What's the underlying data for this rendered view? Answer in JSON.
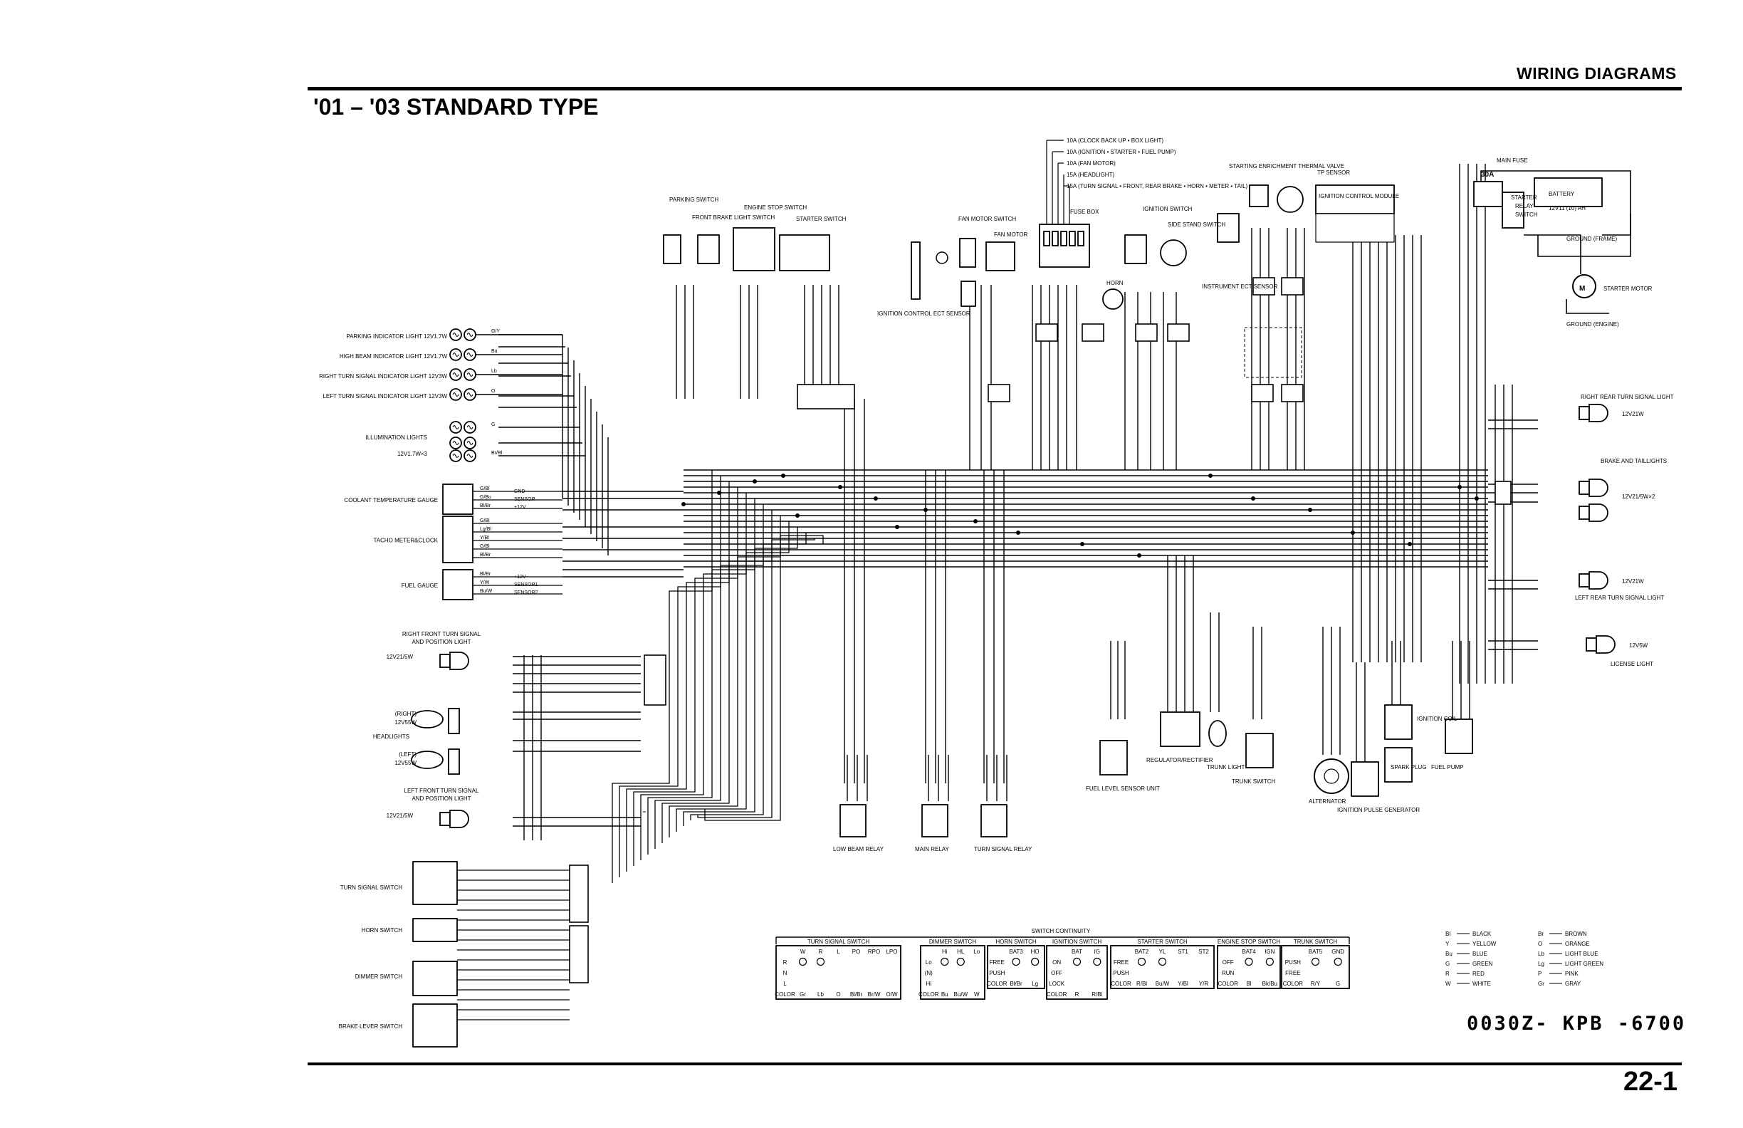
{
  "header": {
    "section": "WIRING DIAGRAMS",
    "title": "'01 – '03 STANDARD TYPE",
    "page_number": "22-1",
    "part_number": "0030Z- KPB -6700"
  },
  "fuses": {
    "items": [
      "10A (CLOCK BACK UP • BOX LIGHT)",
      "10A (IGNITION • STARTER • FUEL PUMP)",
      "10A (FAN MOTOR)",
      "15A (HEADLIGHT)",
      "15A (TURN SIGNAL • FRONT, REAR BRAKE • HORN • METER • TAIL)"
    ],
    "fuse_box": "FUSE BOX",
    "main_fuse": "MAIN FUSE",
    "main_fuse_rating": "30A"
  },
  "left_components": [
    {
      "name": "PARKING INDICATOR LIGHT 12V1.7W",
      "color": "G/Y"
    },
    {
      "name": "HIGH BEAM INDICATOR LIGHT 12V1.7W",
      "color": "Bu"
    },
    {
      "name": "RIGHT TURN SIGNAL INDICATOR LIGHT 12V3W",
      "color": "Lb"
    },
    {
      "name": "LEFT TURN SIGNAL INDICATOR LIGHT 12V3W",
      "color": "O"
    },
    {
      "name": "ILLUMINATION LIGHTS",
      "color": "G"
    },
    {
      "name": "12V1.7W×3",
      "color": "Br/Bl"
    }
  ],
  "gauges": [
    {
      "name": "COOLANT TEMPERATURE GAUGE",
      "pins": [
        "GND",
        "SENSOR",
        "+12V"
      ],
      "wires": [
        "G/Bl",
        "G/Bu",
        "Bl/Br"
      ]
    },
    {
      "name": "TACHO METER&CLOCK",
      "wires": [
        "G/Bl",
        "Lg/Bl",
        "Y/Bl",
        "G/Bl",
        "Bl/Br"
      ]
    },
    {
      "name": "FUEL GAUGE",
      "pins": [
        "+12V",
        "SENSOR1",
        "SENSOR2"
      ],
      "wires": [
        "Bl/Br",
        "Y/W",
        "Bu/W"
      ]
    }
  ],
  "front_lights": [
    {
      "name": "RIGHT FRONT TURN SIGNAL AND POSITION LIGHT",
      "spec": "12V21/5W"
    },
    {
      "name": "(RIGHT) 12V55W",
      "spec": "HEADLIGHTS"
    },
    {
      "name": "(LEFT) 12V55W",
      "spec": ""
    },
    {
      "name": "LEFT FRONT TURN SIGNAL AND POSITION LIGHT",
      "spec": "12V21/5W"
    }
  ],
  "handlebar_switches": [
    "TURN SIGNAL SWITCH",
    "HORN SWITCH",
    "DIMMER SWITCH",
    "BRAKE LEVER SWITCH"
  ],
  "top_switches": [
    "PARKING SWITCH",
    "FRONT BRAKE LIGHT SWITCH",
    "ENGINE STOP SWITCH",
    "STARTER SWITCH",
    "FAN MOTOR SWITCH",
    "FAN MOTOR",
    "IGNITION SWITCH",
    "SIDE STAND SWITCH",
    "HORN",
    "INSTRUMENT ECT SENSOR",
    "STARTING ENRICHMENT THERMAL VALVE",
    "TP SENSOR",
    "IGNITION CONTROL MODULE",
    "IGNITION CONTROL ECT SENSOR"
  ],
  "right_components": [
    {
      "name": "BATTERY",
      "spec": "12V11 (10) AH"
    },
    {
      "name": "STARTER RELAY SWITCH",
      "spec": ""
    },
    {
      "name": "GROUND (FRAME)",
      "spec": ""
    },
    {
      "name": "STARTER MOTOR",
      "spec": ""
    },
    {
      "name": "GROUND (ENGINE)",
      "spec": ""
    },
    {
      "name": "RIGHT REAR TURN SIGNAL LIGHT",
      "spec": "12V21W"
    },
    {
      "name": "BRAKE AND TAILLIGHTS",
      "spec": "12V21/5W×2"
    },
    {
      "name": "LEFT REAR TURN SIGNAL LIGHT",
      "spec": "12V21W"
    },
    {
      "name": "LICENSE LIGHT",
      "spec": "12V5W"
    }
  ],
  "bottom_components": [
    "LOW BEAM RELAY",
    "MAIN RELAY",
    "TURN SIGNAL RELAY",
    "FUEL LEVEL SENSOR UNIT",
    "REGULATOR/RECTIFIER",
    "TRUNK LIGHT",
    "TRUNK SWITCH",
    "ALTERNATOR",
    "IGNITION PULSE GENERATOR",
    "IGNITION COIL",
    "SPARK PLUG",
    "FUEL PUMP"
  ],
  "switch_continuity": {
    "title": "SWITCH CONTINUITY",
    "tables": [
      {
        "title": "TURN SIGNAL SWITCH",
        "headers": [
          "",
          "W",
          "R",
          "L",
          "PO",
          "RPO",
          "LPO"
        ],
        "rows": [
          "R",
          "N",
          "L",
          "COLOR"
        ],
        "colors": [
          "Gr",
          "Lb",
          "O",
          "Bl/Br",
          "Br/W",
          "O/W"
        ]
      },
      {
        "title": "DIMMER SWITCH",
        "headers": [
          "",
          "Hi",
          "HL",
          "Lo"
        ],
        "rows": [
          "Lo",
          "(N)",
          "Hi",
          "COLOR"
        ],
        "colors": [
          "Bu",
          "Bu/W",
          "W"
        ]
      },
      {
        "title": "HORN SWITCH",
        "headers": [
          "",
          "BAT3",
          "HO"
        ],
        "rows": [
          "FREE",
          "PUSH",
          "COLOR"
        ],
        "colors": [
          "Bl/Br",
          "Lg"
        ]
      },
      {
        "title": "IGNITION SWITCH",
        "headers": [
          "",
          "BAT",
          "IG"
        ],
        "rows": [
          "ON",
          "OFF",
          "LOCK",
          "COLOR"
        ],
        "colors": [
          "R",
          "R/Bl"
        ]
      },
      {
        "title": "STARTER SWITCH",
        "headers": [
          "",
          "BAT2",
          "YL",
          "ST1",
          "ST2"
        ],
        "rows": [
          "FREE",
          "PUSH",
          "COLOR"
        ],
        "colors": [
          "R/Bl",
          "Bu/W",
          "Y/Bl",
          "Y/R"
        ]
      },
      {
        "title": "ENGINE STOP SWITCH",
        "headers": [
          "",
          "BAT4",
          "IGN"
        ],
        "rows": [
          "OFF",
          "RUN",
          "COLOR"
        ],
        "colors": [
          "Bl",
          "Bk/Bu"
        ]
      },
      {
        "title": "TRUNK SWITCH",
        "headers": [
          "",
          "BAT5",
          "GND"
        ],
        "rows": [
          "PUSH",
          "FREE",
          "COLOR"
        ],
        "colors": [
          "R/Y",
          "G"
        ]
      }
    ]
  },
  "color_legend": [
    {
      "code": "Bl",
      "name": "BLACK"
    },
    {
      "code": "Y",
      "name": "YELLOW"
    },
    {
      "code": "Bu",
      "name": "BLUE"
    },
    {
      "code": "G",
      "name": "GREEN"
    },
    {
      "code": "R",
      "name": "RED"
    },
    {
      "code": "W",
      "name": "WHITE"
    },
    {
      "code": "Br",
      "name": "BROWN"
    },
    {
      "code": "O",
      "name": "ORANGE"
    },
    {
      "code": "Lb",
      "name": "LIGHT BLUE"
    },
    {
      "code": "Lg",
      "name": "LIGHT GREEN"
    },
    {
      "code": "P",
      "name": "PINK"
    },
    {
      "code": "Gr",
      "name": "GRAY"
    }
  ]
}
